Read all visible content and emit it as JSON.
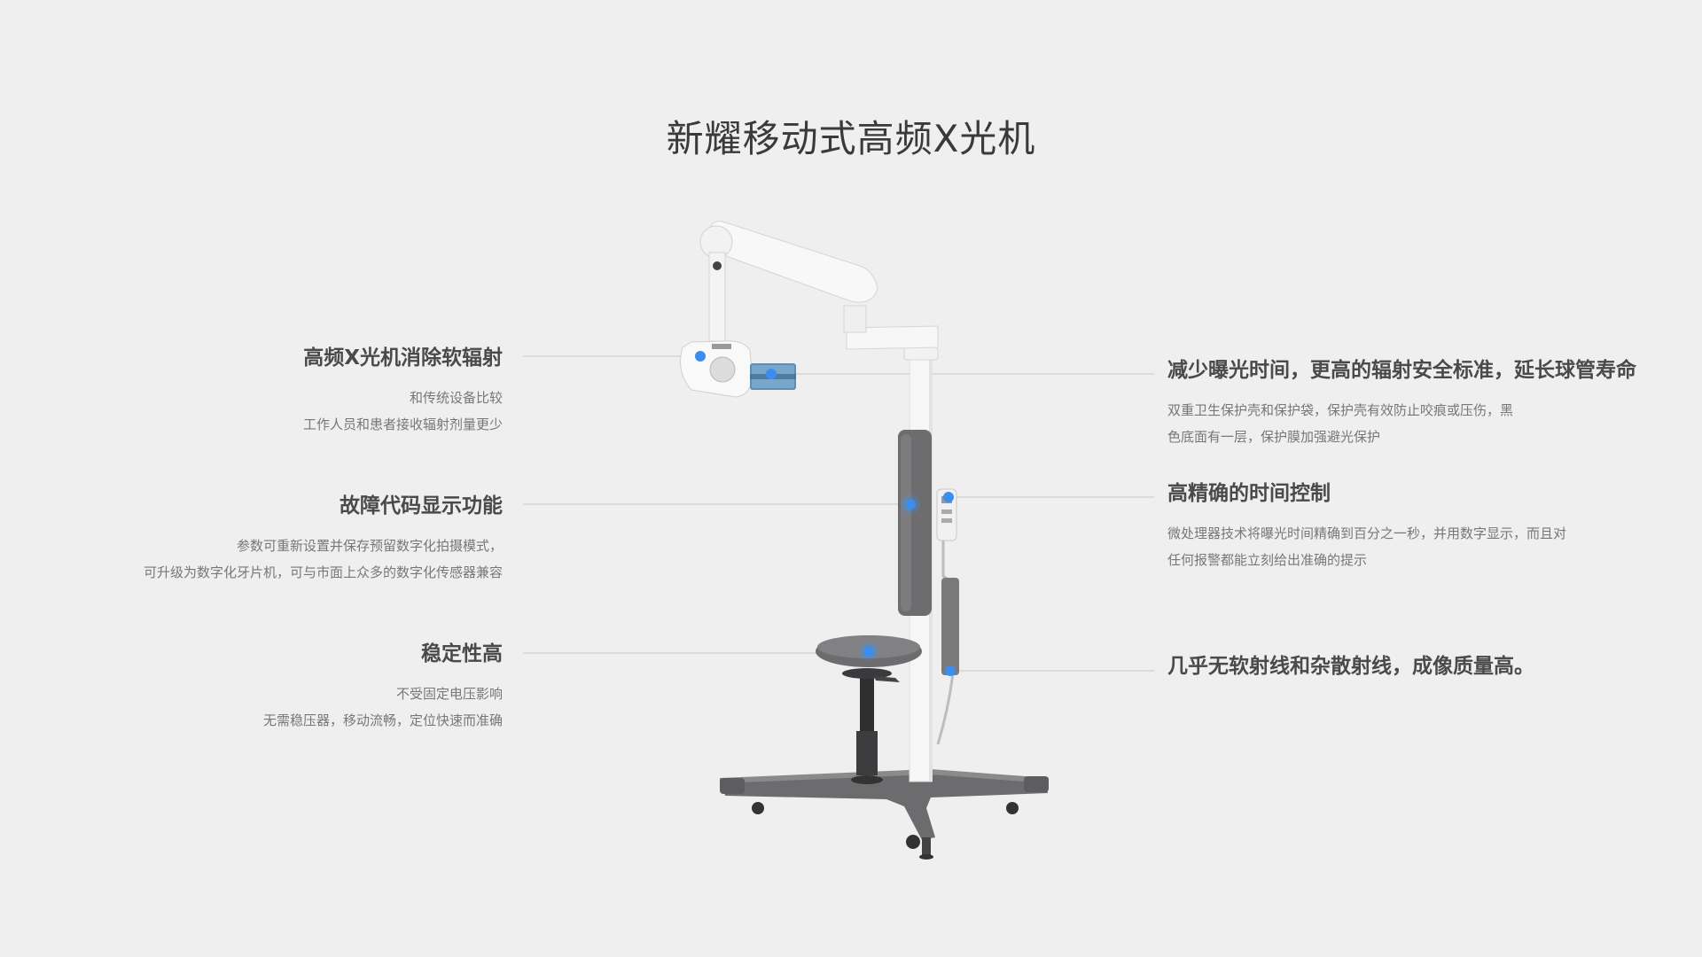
{
  "page": {
    "title": "新耀移动式高频X光机"
  },
  "features_left": [
    {
      "title": "高频X光机消除软辐射",
      "lines": [
        "和传统设备比较",
        "工作人员和患者接收辐射剂量更少"
      ]
    },
    {
      "title": "故障代码显示功能",
      "lines": [
        "参数可重新设置并保存预留数字化拍摄模式，",
        "可升级为数字化牙片机，可与市面上众多的数字化传感器兼容"
      ]
    },
    {
      "title": "稳定性高",
      "lines": [
        "不受固定电压影响",
        "无需稳压器，移动流畅，定位快速而准确"
      ]
    }
  ],
  "features_right": [
    {
      "title": "减少曝光时间，更高的辐射安全标准，延长球管寿命",
      "lines": [
        "双重卫生保护壳和保护袋，保护壳有效防止咬痕或压伤，黑",
        "色底面有一层，保护膜加强避光保护"
      ]
    },
    {
      "title": "高精确的时间控制",
      "lines": [
        "微处理器技术将曝光时间精确到百分之一秒，并用数字显示，而且对",
        "任何报警都能立刻给出准确的提示"
      ]
    },
    {
      "title": "几乎无软射线和杂散射线，成像质量高。",
      "lines": []
    }
  ],
  "colors": {
    "background": "#efefef",
    "hotspot": "#3b8ef0",
    "connector": "#cfcfcf",
    "machine_white": "#f7f7f7",
    "machine_gray": "#6e6e70"
  },
  "icons": {
    "hotspot": "dot-marker"
  }
}
